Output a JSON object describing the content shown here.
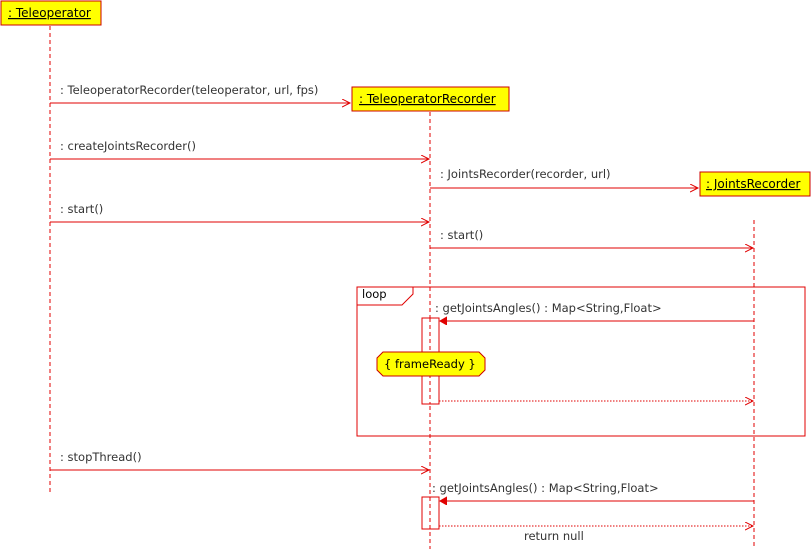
{
  "diagram": {
    "type": "UML sequence diagram",
    "colors": {
      "line": "#e00000",
      "object_fill": "#ffff00",
      "object_border": "#cc0000",
      "text": "#333333"
    },
    "participants": [
      {
        "id": "teleoperator",
        "label": ": Teleoperator"
      },
      {
        "id": "recorder",
        "label": ": TeleoperatorRecorder"
      },
      {
        "id": "joints",
        "label": ": JointsRecorder"
      }
    ],
    "messages": [
      {
        "from": "teleoperator",
        "to": "recorder",
        "label": ": TeleoperatorRecorder(teleoperator, url, fps)",
        "kind": "create"
      },
      {
        "from": "teleoperator",
        "to": "recorder",
        "label": ": createJointsRecorder()",
        "kind": "call"
      },
      {
        "from": "recorder",
        "to": "joints",
        "label": ": JointsRecorder(recorder, url)",
        "kind": "create"
      },
      {
        "from": "teleoperator",
        "to": "recorder",
        "label": ": start()",
        "kind": "call"
      },
      {
        "from": "recorder",
        "to": "joints",
        "label": ": start()",
        "kind": "call"
      },
      {
        "from": "joints",
        "to": "recorder",
        "label": ": getJointsAngles() : Map<String,Float>",
        "kind": "sync"
      },
      {
        "from": "recorder",
        "to": "joints",
        "label": "",
        "kind": "return"
      },
      {
        "from": "teleoperator",
        "to": "recorder",
        "label": ": stopThread()",
        "kind": "call"
      },
      {
        "from": "joints",
        "to": "recorder",
        "label": ": getJointsAngles() : Map<String,Float>",
        "kind": "sync"
      },
      {
        "from": "recorder",
        "to": "joints",
        "label": "return null",
        "kind": "return"
      }
    ],
    "loop_frame": {
      "label": "loop"
    },
    "state_invariant": {
      "label": "{ frameReady }"
    }
  }
}
